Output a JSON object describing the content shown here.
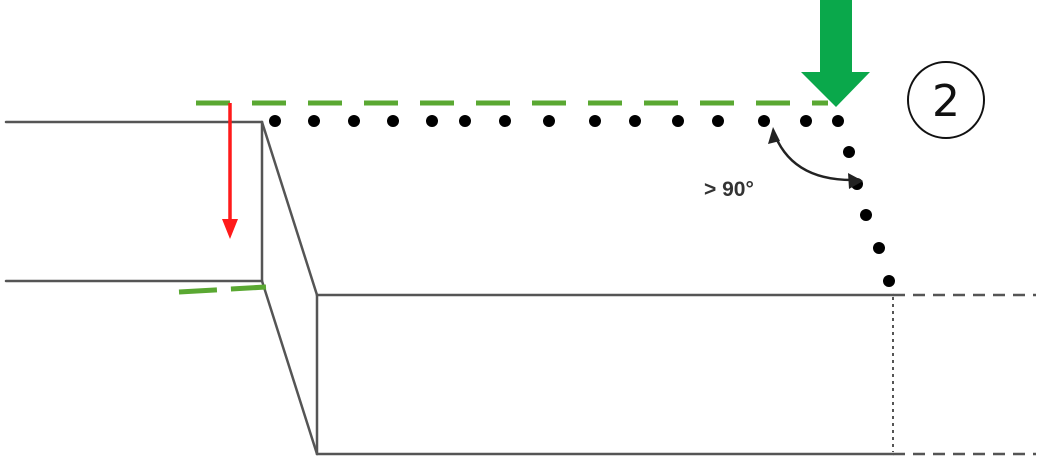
{
  "diagram": {
    "step_number": "2",
    "angle_label": "> 90°",
    "colors": {
      "outline": "#555555",
      "green_dashes": "#5aa832",
      "green_arrow": "#0aa84b",
      "red_arrow": "#ff1a1a",
      "dots": "#000000",
      "curved_arrow": "#222222"
    },
    "icons": {
      "step_badge": "circled-number",
      "force_arrow": "down-arrow-icon",
      "drop_arrow": "down-arrow-icon",
      "angle_arrow": "double-headed-curved-arrow-icon"
    }
  }
}
